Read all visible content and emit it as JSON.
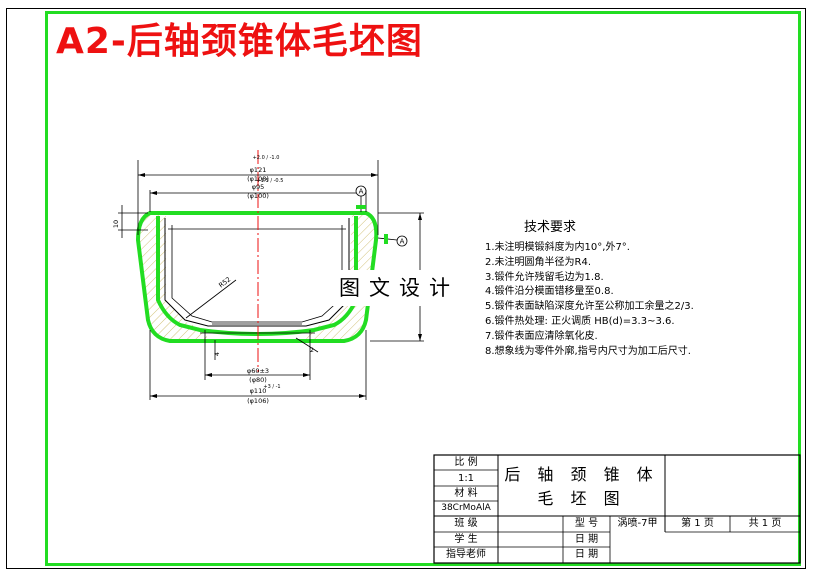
{
  "title": "A2-后轴颈锥体毛坯图",
  "watermark": "图文设计",
  "requirements": {
    "title": "技术要求",
    "items": [
      "1.未注明模锻斜度为内10°,外7°.",
      "2.未注明圆角半径为R4.",
      "3.锻件允许残留毛边为1.8.",
      "4.锻件沿分模面错移量至0.8.",
      "5.锻件表面缺陷深度允许至公称加工余量之2/3.",
      "6.锻件热处理: 正火调质 HB(d)=3.3~3.6.",
      "7.锻件表面应清除氧化皮.",
      "8.想象线为零件外廓,指号内尺寸为加工后尺寸."
    ]
  },
  "dimensions": {
    "top_outer": "φ121",
    "top_outer_tol": "+2.0 / -1.0",
    "top_outer_ref": "(φ108)",
    "top_inner": "φ95",
    "top_inner_tol": "+1.5 / -0.5",
    "top_inner_ref": "(φ100)",
    "bottom_inner": "φ60±3",
    "bottom_inner_ref": "(φ80)",
    "bottom_outer": "φ110",
    "bottom_outer_tol": "+3 / -1",
    "bottom_outer_ref": "(φ106)",
    "left_height": "10",
    "radius": "R52",
    "small": "2",
    "small_left": "4",
    "datum": "A"
  },
  "title_block": {
    "scale_label": "比 例",
    "scale_value": "1:1",
    "material_label": "材 料",
    "material_value": "38CrMoAlA",
    "class_label": "班 级",
    "student_label": "学 生",
    "advisor_label": "指导老师",
    "part_name_line1": "后 轴 颈 锥 体",
    "part_name_line2": "毛 坯 图",
    "model_label": "型 号",
    "model_value": "涡喷-7甲",
    "date_label": "日 期",
    "sheet_label": "第 1 页",
    "total_label": "共 1 页"
  }
}
